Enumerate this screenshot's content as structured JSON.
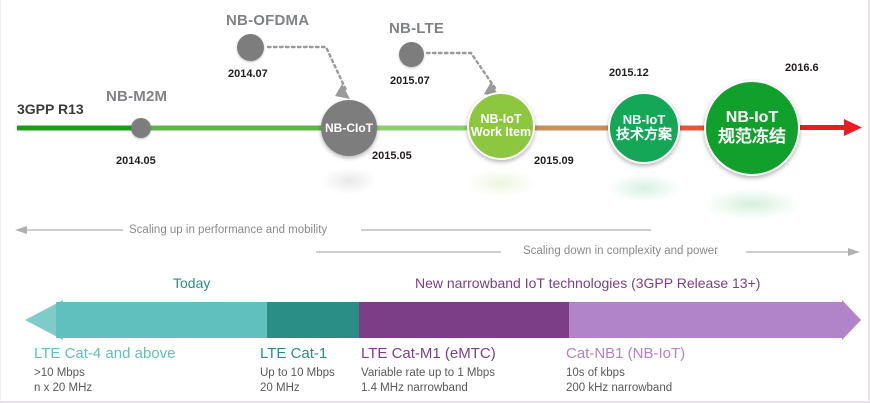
{
  "colors": {
    "line_dark_green": "#1a9e1a",
    "line_mid_green": "#6cbf4a",
    "line_light_green": "#8fcf6b",
    "line_tan": "#c98f5e",
    "line_red": "#ec1c24",
    "gray_node": "#7d7d7d",
    "lt_green_node": "#8dc63f",
    "mid_green_node": "#13a757",
    "dk_green_node": "#12a02c",
    "teal_light": "#5fc0bd",
    "teal_dark": "#2a8e87",
    "purple_dark": "#7c3f87",
    "purple_light": "#b183c8",
    "label_gray": "#808285",
    "date_black": "#231f20"
  },
  "timeline": {
    "start_label": "3GPP R13",
    "nodes": [
      {
        "id": "nb-m2m",
        "name": "NB-M2M",
        "name_cn": "",
        "date": "2014.05",
        "inside": ""
      },
      {
        "id": "nb-ofdma",
        "name": "NB-OFDMA",
        "name_cn": "",
        "date": "2014.07",
        "inside": ""
      },
      {
        "id": "nb-ciot",
        "name": "",
        "name_cn": "",
        "date": "2015.05",
        "inside": "NB-CIoT"
      },
      {
        "id": "nb-lte",
        "name": "NB-LTE",
        "name_cn": "",
        "date": "2015.07",
        "inside": ""
      },
      {
        "id": "nb-iot-wi",
        "name": "",
        "name_cn": "",
        "date": "2015.09",
        "inside_l1": "NB-IoT",
        "inside_l2": "Work Item"
      },
      {
        "id": "nb-iot-ts",
        "name": "",
        "name_cn": "技术方案",
        "date": "2015.12",
        "inside_l1": "NB-IoT",
        "inside_l2": "技术方案"
      },
      {
        "id": "nb-iot-fz",
        "name": "",
        "name_cn": "规范冻结",
        "date": "2016.6",
        "inside_l1": "NB-IoT",
        "inside_l2": "规范冻结"
      }
    ]
  },
  "scaling": {
    "up": "Scaling up in performance and mobility",
    "down": "Scaling down in complexity and power"
  },
  "bottom": {
    "title_left": "Today",
    "title_right": "New narrowband IoT technologies (3GPP Release 13+)",
    "categories": [
      {
        "name": "LTE Cat-4 and above",
        "line1": ">10 Mbps",
        "line2": "n x 20 MHz",
        "color": "#5fc0bd"
      },
      {
        "name": "LTE Cat-1",
        "line1": "Up to 10 Mbps",
        "line2": "20 MHz",
        "color": "#2a8e87"
      },
      {
        "name": "LTE Cat-M1 (eMTC)",
        "line1": "Variable rate up to 1 Mbps",
        "line2": "1.4 MHz narrowband",
        "color": "#7c3f87"
      },
      {
        "name": "Cat-NB1 (NB-IoT)",
        "line1": "10s of kbps",
        "line2": "200 kHz narrowband",
        "color": "#b183c8"
      }
    ]
  }
}
